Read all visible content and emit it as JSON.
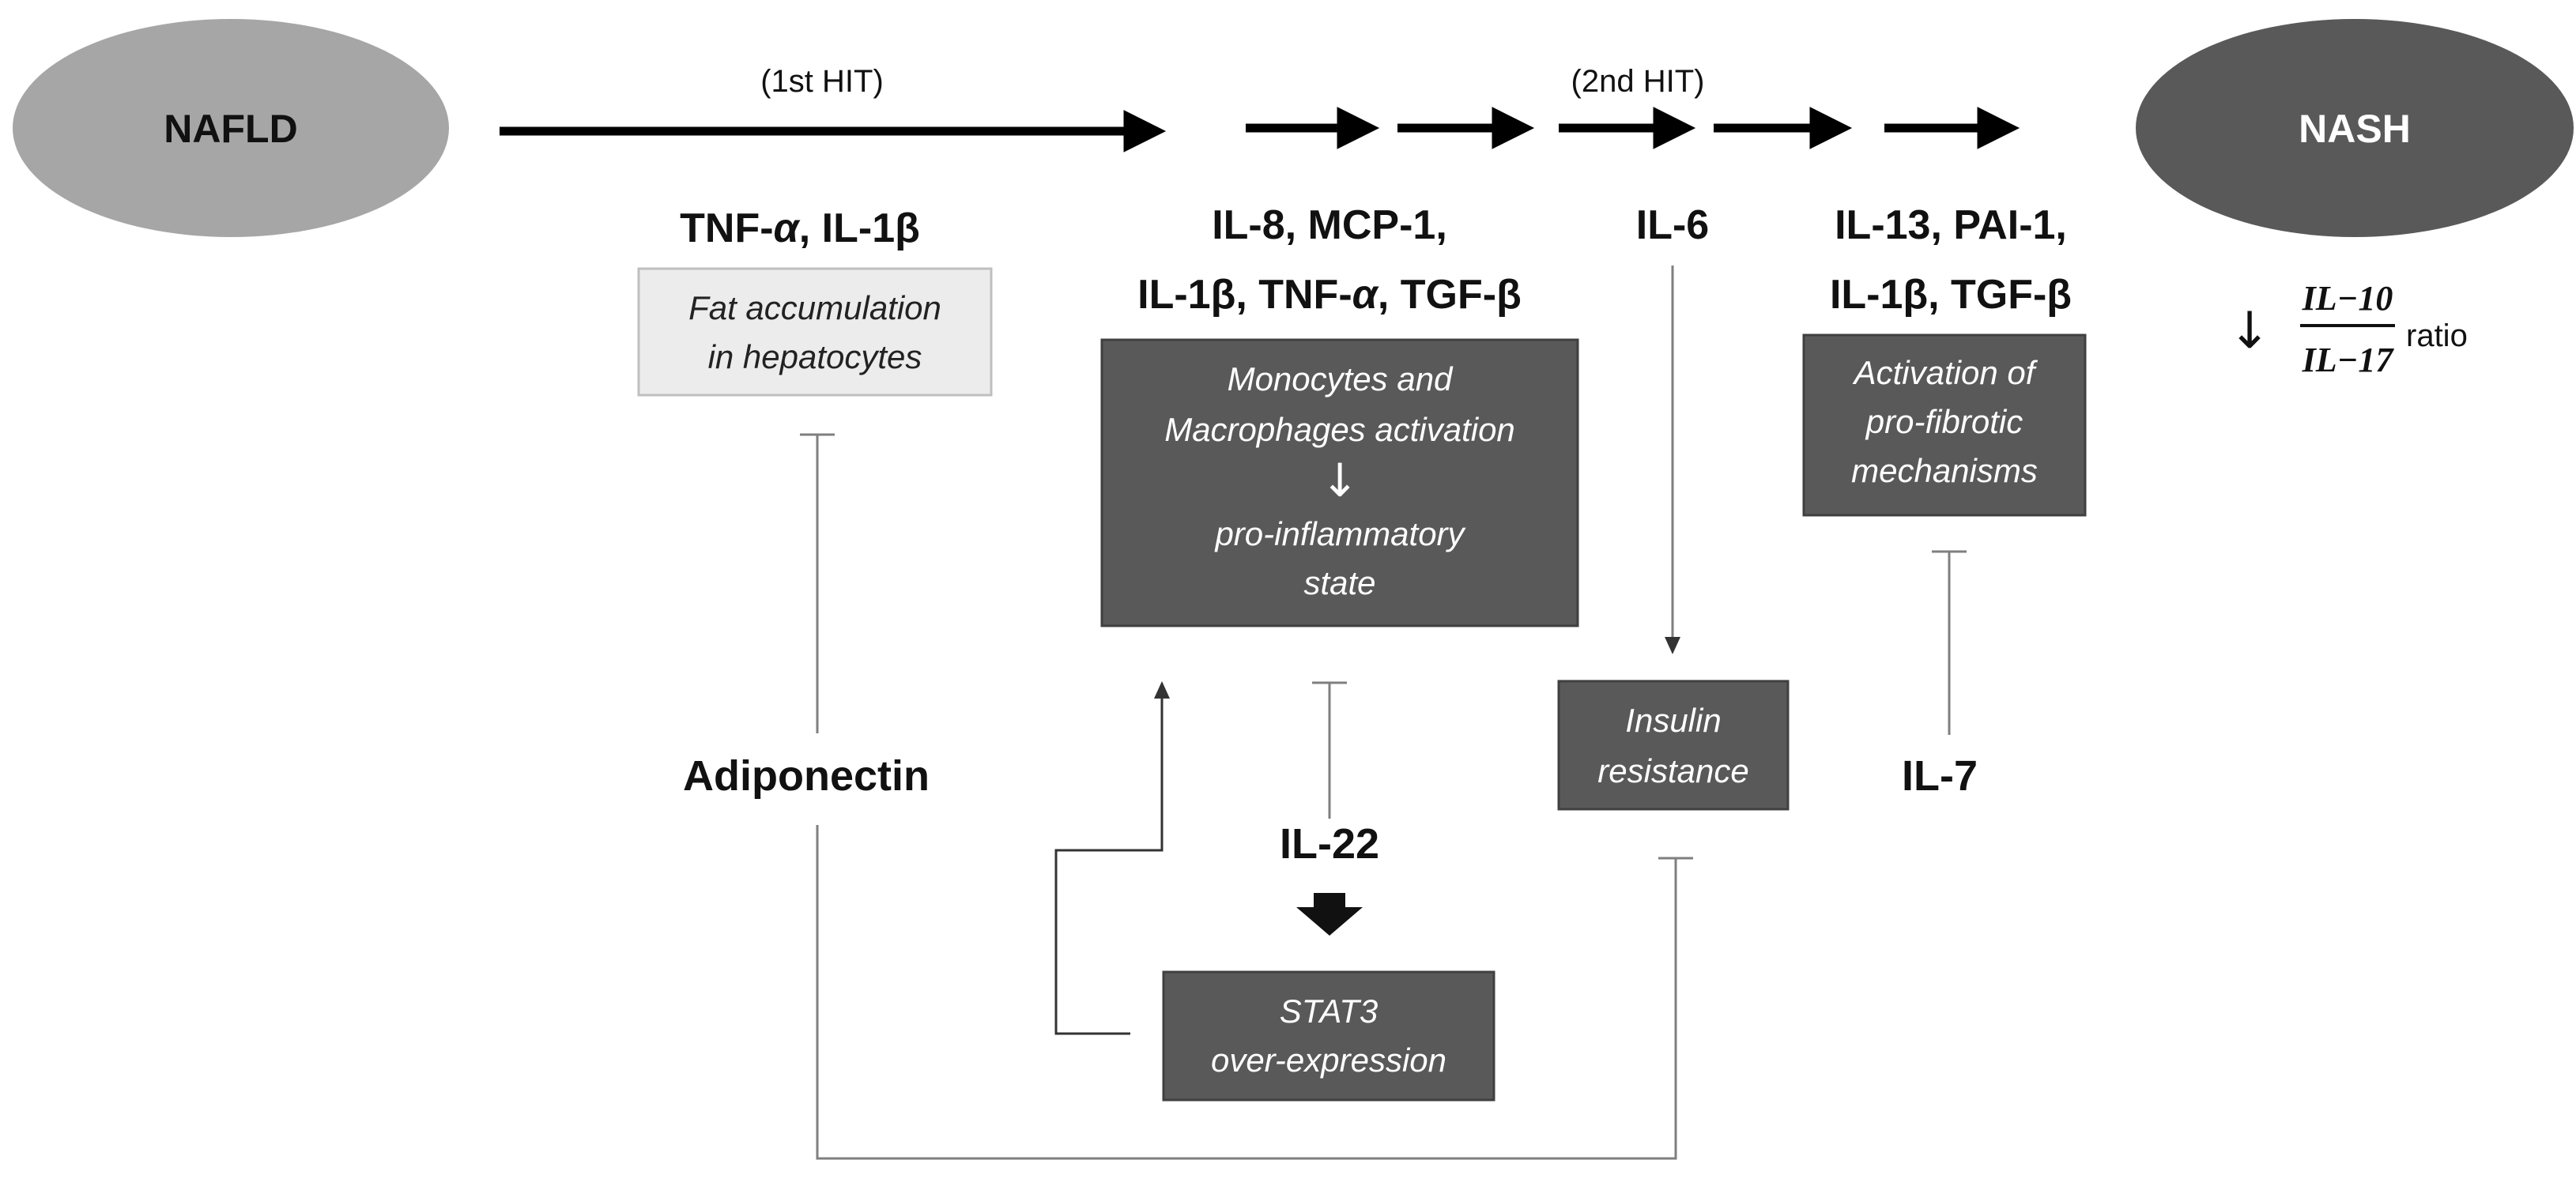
{
  "nodes": {
    "nafld": "NAFLD",
    "nash": "NASH"
  },
  "hits": {
    "first": "(1st HIT)",
    "second": "(2nd HIT)"
  },
  "cytokines": {
    "tnf_il1b": {
      "prefix": "TNF-",
      "alpha": "α",
      "suffix": ", IL-1β"
    },
    "group2": {
      "line1": "IL-8, MCP-1,",
      "line2_prefix": "IL-1β, TNF-",
      "alpha": "α",
      "line2_suffix": ", TGF-β"
    },
    "il6": "IL-6",
    "group4": {
      "line1": "IL-13, PAI-1,",
      "line2": "IL-1β, TGF-β"
    },
    "adiponectin": "Adiponectin",
    "il22": "IL-22",
    "il7": "IL-7"
  },
  "boxes": {
    "fat": {
      "line1": "Fat accumulation",
      "line2": "in hepatocytes"
    },
    "monocytes": {
      "line1": "Monocytes  and",
      "line2": "Macrophages activation",
      "arrow": "↓",
      "line3": "pro-inflammatory",
      "line4": "state"
    },
    "insulin": {
      "line1": "Insulin",
      "line2": "resistance"
    },
    "fibrotic": {
      "line1": "Activation of",
      "line2": "pro-fibrotic",
      "line3": "mechanisms"
    },
    "stat3": {
      "line1": "STAT3",
      "line2": "over-expression"
    }
  },
  "ratio": {
    "arrow": "↓",
    "numerator": "IL−10",
    "denominator": "IL−17",
    "label": "ratio"
  },
  "colors": {
    "nafld_fill": "#a6a6a6",
    "nash_fill": "#595959",
    "dark_box_fill": "#595959",
    "light_box_fill": "#ececec",
    "line": "#000000",
    "inhibit_line": "#7f7f7f"
  }
}
